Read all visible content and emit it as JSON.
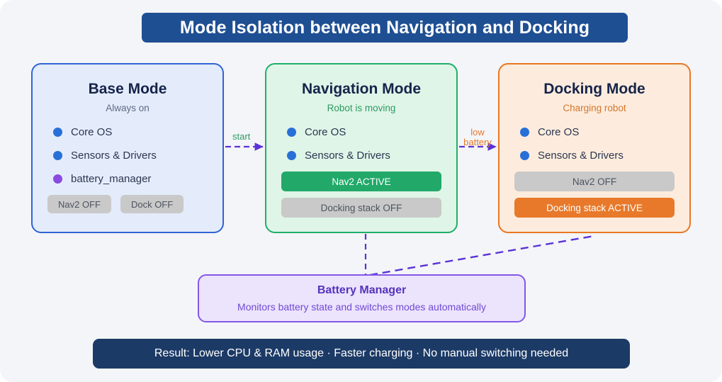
{
  "title": {
    "text": "Mode Isolation between Navigation and Docking"
  },
  "colors": {
    "background": "#f4f5f8",
    "title_banner": "#1f4f93",
    "base_accent": "#3064d4",
    "nav_accent": "#1faf6a",
    "dock_accent": "#e97722",
    "battery_accent": "#8457e8",
    "result_banner": "#1c3a66",
    "dot_blue": "#2870d8",
    "dot_purple": "#8b4ae0",
    "pill_off": "#c9c9c9",
    "pill_active_green": "#22a96a",
    "pill_active_orange": "#e8792a"
  },
  "cards": [
    {
      "id": "base",
      "title": "Base Mode",
      "subtitle": "Always on",
      "features": [
        {
          "label": "Core OS",
          "dot": "blue"
        },
        {
          "label": "Sensors & Drivers",
          "dot": "blue"
        },
        {
          "label": "battery_manager",
          "dot": "purple"
        }
      ],
      "pills": [
        {
          "label": "Nav2 OFF",
          "state": "off"
        },
        {
          "label": "Dock OFF",
          "state": "off"
        }
      ],
      "pill_layout": "row"
    },
    {
      "id": "nav",
      "title": "Navigation Mode",
      "subtitle": "Robot is moving",
      "features": [
        {
          "label": "Core OS",
          "dot": "blue"
        },
        {
          "label": "Sensors & Drivers",
          "dot": "blue"
        }
      ],
      "pills": [
        {
          "label": "Nav2 ACTIVE",
          "state": "active-green"
        },
        {
          "label": "Docking stack OFF",
          "state": "off"
        }
      ],
      "pill_layout": "stack"
    },
    {
      "id": "dock",
      "title": "Docking Mode",
      "subtitle": "Charging robot",
      "features": [
        {
          "label": "Core OS",
          "dot": "blue"
        },
        {
          "label": "Sensors & Drivers",
          "dot": "blue"
        }
      ],
      "pills": [
        {
          "label": "Nav2 OFF",
          "state": "off"
        },
        {
          "label": "Docking stack ACTIVE",
          "state": "active-orange"
        }
      ],
      "pill_layout": "stack"
    }
  ],
  "transitions": [
    {
      "id": "start",
      "label": "start",
      "from": "base",
      "to": "nav"
    },
    {
      "id": "low-battery",
      "label": "low battery",
      "from": "nav",
      "to": "dock"
    }
  ],
  "battery_manager": {
    "title": "Battery Manager",
    "subtitle": "Monitors battery state and switches modes automatically"
  },
  "result": {
    "text": "Result: Lower CPU & RAM usage · Faster charging · No manual switching needed"
  }
}
